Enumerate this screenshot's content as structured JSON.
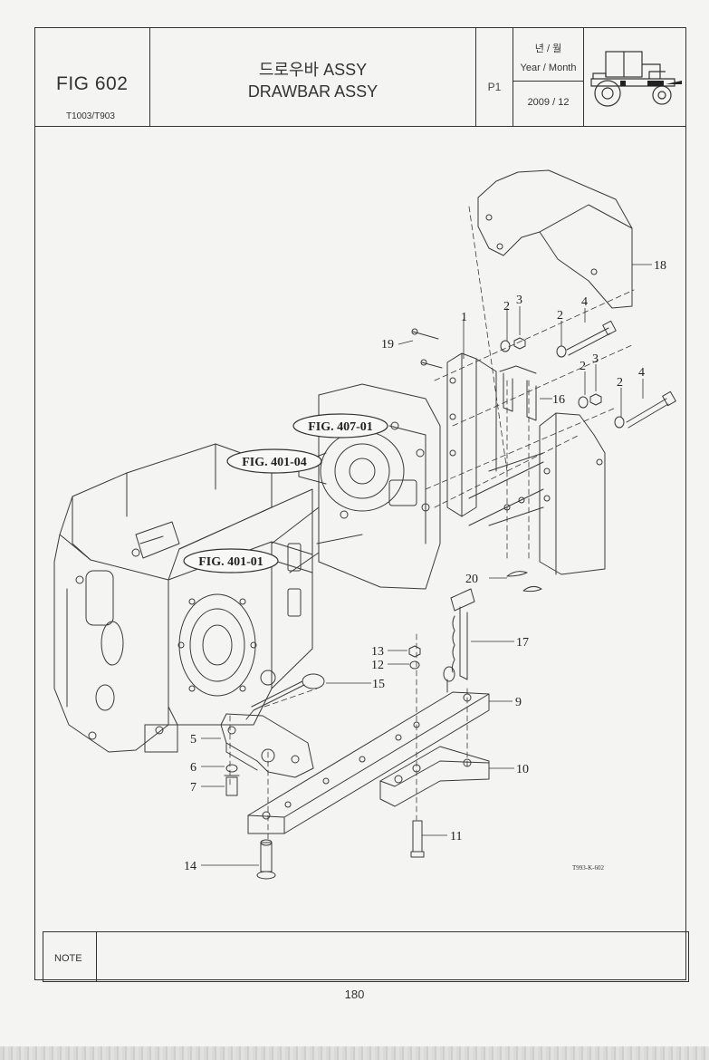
{
  "header": {
    "fig_code": "FIG 602",
    "model": "T1003/T903",
    "title_ko": "드로우바 ASSY",
    "title_en": "DRAWBAR ASSY",
    "page_label": "P1",
    "year_month_ko": "년 / 월",
    "year_month_en": "Year / Month",
    "date": "2009 / 12"
  },
  "diagram": {
    "fig_refs": {
      "fig_407": "FIG. 407-01",
      "fig_401_04": "FIG. 401-04",
      "fig_401_01": "FIG. 401-01"
    },
    "callouts": {
      "p1": "1",
      "p2a": "2",
      "p3a": "3",
      "p4a": "4",
      "p2b": "2",
      "p2c": "2",
      "p3b": "3",
      "p2d": "2",
      "p4b": "4",
      "p5": "5",
      "p6": "6",
      "p7": "7",
      "p9": "9",
      "p10": "10",
      "p11": "11",
      "p12": "12",
      "p13": "13",
      "p14": "14",
      "p15": "15",
      "p16": "16",
      "p17": "17",
      "p18": "18",
      "p19": "19",
      "p20": "20"
    },
    "drawing_code": "T993-K-602"
  },
  "footer": {
    "note_label": "NOTE",
    "page_number": "180"
  }
}
